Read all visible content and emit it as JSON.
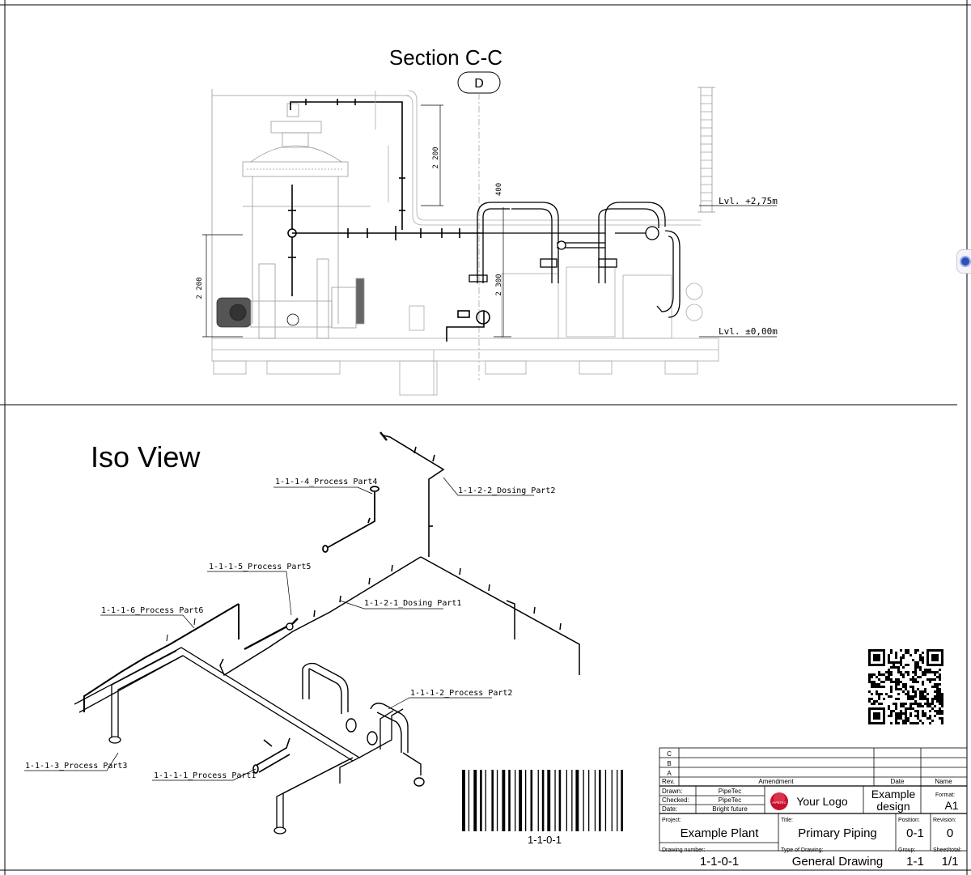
{
  "section": {
    "title": "Section C-C",
    "marker": "D",
    "dim_top": "2 200",
    "dim_left": "2 200",
    "dim_400": "400",
    "dim_2300": "2 300",
    "level_top": "Lvl. +2,75m",
    "level_bottom": "Lvl. ±0,00m"
  },
  "iso": {
    "title": "Iso View",
    "labels": {
      "process_part4": "1-1-1-4_Process Part4",
      "dosing_part2": "1-1-2-2_Dosing Part2",
      "process_part5": "1-1-1-5_Process Part5",
      "dosing_part1": "1-1-2-1_Dosing Part1",
      "process_part6": "1-1-1-6_Process Part6",
      "process_part2": "1-1-1-2_Process Part2",
      "process_part3": "1-1-1-3_Process Part3",
      "process_part1": "1-1-1-1_Process Part1"
    }
  },
  "barcode": {
    "text": "1-1-0-1"
  },
  "title_block": {
    "rev_rows": [
      "C",
      "B",
      "A"
    ],
    "rev_header": "Rev.",
    "amendment_header": "Amendment",
    "date_header": "Date",
    "name_header": "Name",
    "drawn_label": "Drawn:",
    "drawn_value": "PipeTec",
    "checked_label": "Checked:",
    "checked_value": "PipeTec",
    "date_label": "Date:",
    "date_value": "Bright future",
    "logo_text": "Your Logo",
    "logo_badge": "PIPETEC",
    "example_design_line1": "Example",
    "example_design_line2": "design",
    "format_label": "Format:",
    "format_value": "A1",
    "project_label": "Project:",
    "project_value": "Example Plant",
    "title_label": "Title:",
    "title_value": "Primary Piping",
    "position_label": "Position:",
    "position_value": "0-1",
    "revision_label": "Revision:",
    "revision_value": "0",
    "drawing_number_label": "Drawing number:",
    "drawing_number_value": "1-1-0-1",
    "type_label": "Type of Drawing:",
    "type_value": "General Drawing",
    "group_label": "Group:",
    "group_value": "1-1",
    "sheet_label": "Sheet/total:",
    "sheet_value": "1/1"
  },
  "colors": {
    "line": "#000000",
    "faint": "#9a9a9a",
    "logo": "#c8102e"
  }
}
